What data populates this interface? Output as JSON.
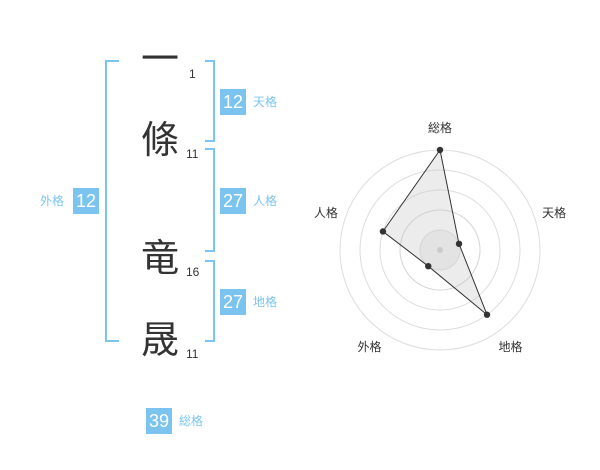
{
  "name": {
    "chars": [
      {
        "char": "一",
        "strokes": "1"
      },
      {
        "char": "條",
        "strokes": "11"
      },
      {
        "char": "竜",
        "strokes": "16"
      },
      {
        "char": "晟",
        "strokes": "11"
      }
    ]
  },
  "kaku": {
    "tenkaku": {
      "label": "天格",
      "value": "12"
    },
    "jinkaku": {
      "label": "人格",
      "value": "27"
    },
    "chikaku": {
      "label": "地格",
      "value": "27"
    },
    "gaikaku": {
      "label": "外格",
      "value": "12"
    },
    "soukaku": {
      "label": "総格",
      "value": "39"
    }
  },
  "colors": {
    "accent": "#7cc4f0",
    "text": "#333333"
  },
  "chart_data": {
    "type": "radar",
    "axes": [
      "総格",
      "天格",
      "地格",
      "外格",
      "人格"
    ],
    "values": [
      5,
      1,
      4,
      1,
      3
    ],
    "max": 5
  }
}
